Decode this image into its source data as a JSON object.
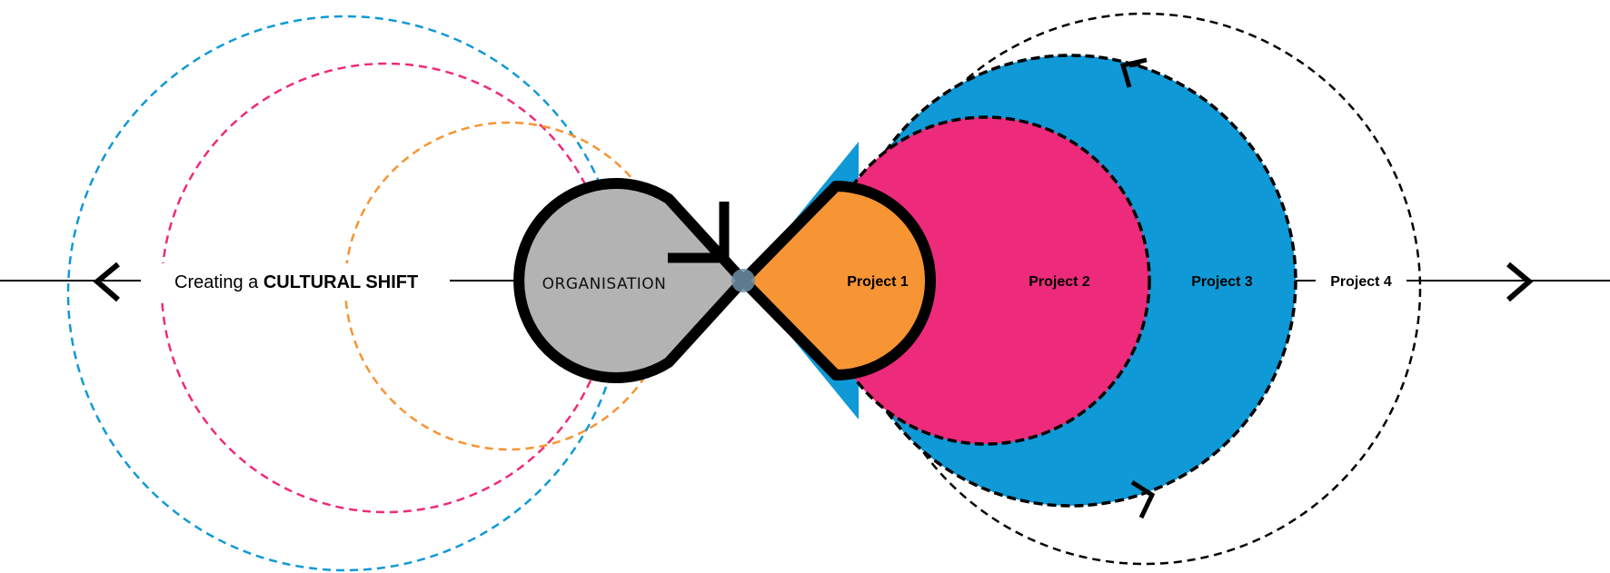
{
  "title": {
    "prefix": "Creating a ",
    "emphasis": "CULTURAL SHIFT"
  },
  "center_label": "ORGANISATION",
  "projects": [
    {
      "label": "Project 1",
      "color": "#F79433"
    },
    {
      "label": "Project 2",
      "color": "#EE2A7B"
    },
    {
      "label": "Project 3",
      "color": "#0F99D6"
    },
    {
      "label": "Project 4",
      "color": "#FFFFFF"
    }
  ],
  "colors": {
    "organisation_fill": "#B3B3B3",
    "outline": "#000000",
    "left_rings": [
      "#F79433",
      "#EE2A7B",
      "#0F99D6"
    ],
    "right_outer_ring": "#000000"
  },
  "icons": [
    "arrow-left-icon",
    "arrow-right-icon",
    "infinity-loop-icon",
    "cycle-arrow-icon"
  ]
}
